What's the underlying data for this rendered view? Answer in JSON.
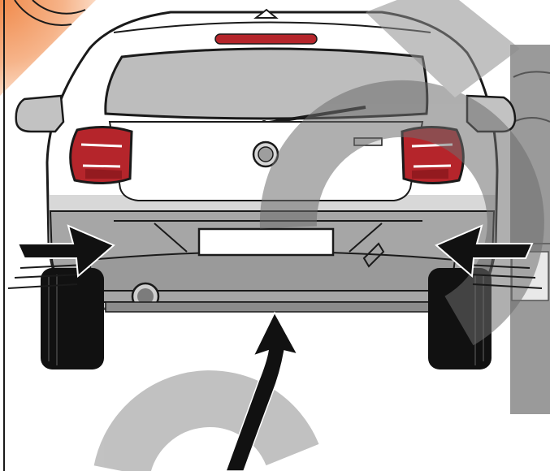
{
  "illustration": {
    "subject": "car-rear-view",
    "parts": [
      "rear-window",
      "third-brake-light",
      "rear-wiper",
      "trunk-lock",
      "badge",
      "left-tail-light",
      "right-tail-light",
      "left-mirror",
      "right-mirror",
      "license-plate",
      "bumper",
      "exhaust-pipe",
      "left-wheel",
      "right-wheel"
    ],
    "arrows": [
      "left-side-arrow",
      "right-side-arrow",
      "bottom-curved-arrow"
    ],
    "colors": {
      "body_white": "#ffffff",
      "outline": "#1a1a1a",
      "glass": "#bdbdbd",
      "bumper_gray": "#a6a6a6",
      "tail_light_red": "#b5252b",
      "tail_light_dark": "#7d1418",
      "tire": "#111111",
      "watermark_gray": "#8f8f8f",
      "orange_accent": "#f3a06f",
      "right_panel_gray": "#9a9a9a"
    }
  }
}
